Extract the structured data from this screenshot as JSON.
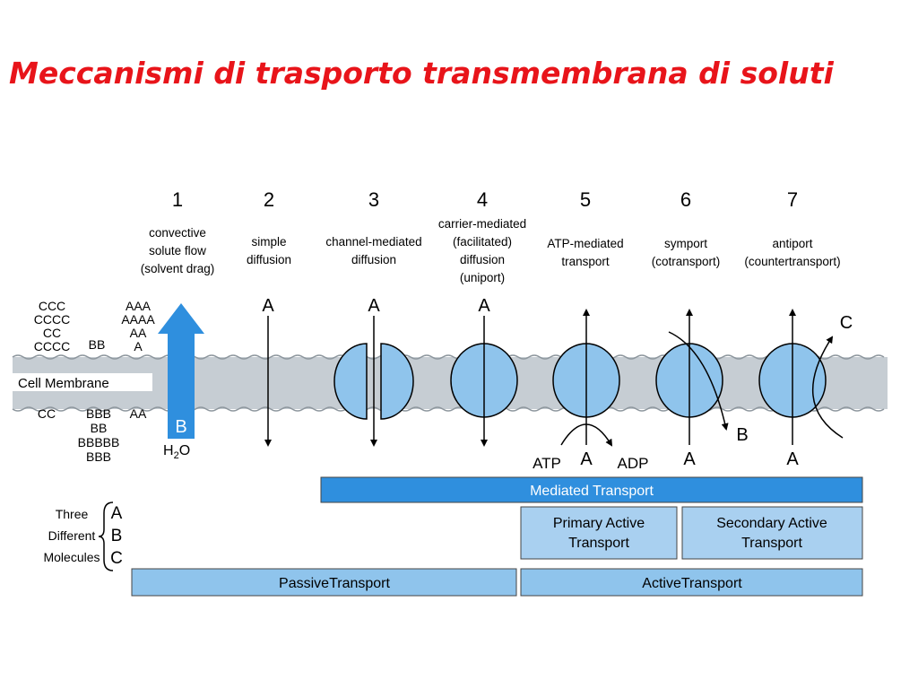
{
  "slide": {
    "title": "Meccanismi di trasporto transmembrana di soluti"
  },
  "membrane": {
    "label": "Cell Membrane"
  },
  "mechanisms": [
    {
      "num": "1",
      "lines": [
        "convective",
        "solute flow",
        "(solvent drag)"
      ]
    },
    {
      "num": "2",
      "lines": [
        "simple",
        "diffusion"
      ]
    },
    {
      "num": "3",
      "lines": [
        "channel-mediated",
        "diffusion"
      ]
    },
    {
      "num": "4",
      "lines": [
        "carrier-mediated",
        "(facilitated)",
        "diffusion",
        "(uniport)"
      ]
    },
    {
      "num": "5",
      "lines": [
        "ATP-mediated",
        "transport"
      ]
    },
    {
      "num": "6",
      "lines": [
        "symport",
        "(cotransport)"
      ]
    },
    {
      "num": "7",
      "lines": [
        "antiport",
        "(countertransport)"
      ]
    }
  ],
  "molecules": {
    "left_out": [
      "CCC",
      "CCCC",
      "CC",
      "CCCC"
    ],
    "mid_out": [
      "AAA",
      "AAAA",
      "AA",
      "A"
    ],
    "bb_out": "BB",
    "left_in": "CC",
    "mid_in": [
      "BBB",
      "BB",
      "BBBBB",
      "BBB"
    ],
    "aa_in": "AA"
  },
  "solvent": {
    "arrow_letter": "B",
    "h2o": "H",
    "h2o_sub": "2",
    "h2o_end": "O"
  },
  "labels": {
    "a": "A",
    "b": "B",
    "c": "C",
    "atp": "ATP",
    "adp": "ADP"
  },
  "legend": {
    "lines": [
      "Three",
      "Different",
      "Molecules"
    ],
    "letters": [
      "A",
      "B",
      "C"
    ]
  },
  "bars": {
    "mediated": "Mediated Transport",
    "primary": [
      "Primary Active",
      "Transport"
    ],
    "secondary": [
      "Secondary Active",
      "Transport"
    ],
    "passive": "PassiveTransport",
    "active": "ActiveTransport"
  },
  "colors": {
    "title": "#e8141a",
    "bar_blue": "#2f8fde",
    "circle": "#8fc4ec",
    "bar_light": "#a9d0f0"
  }
}
